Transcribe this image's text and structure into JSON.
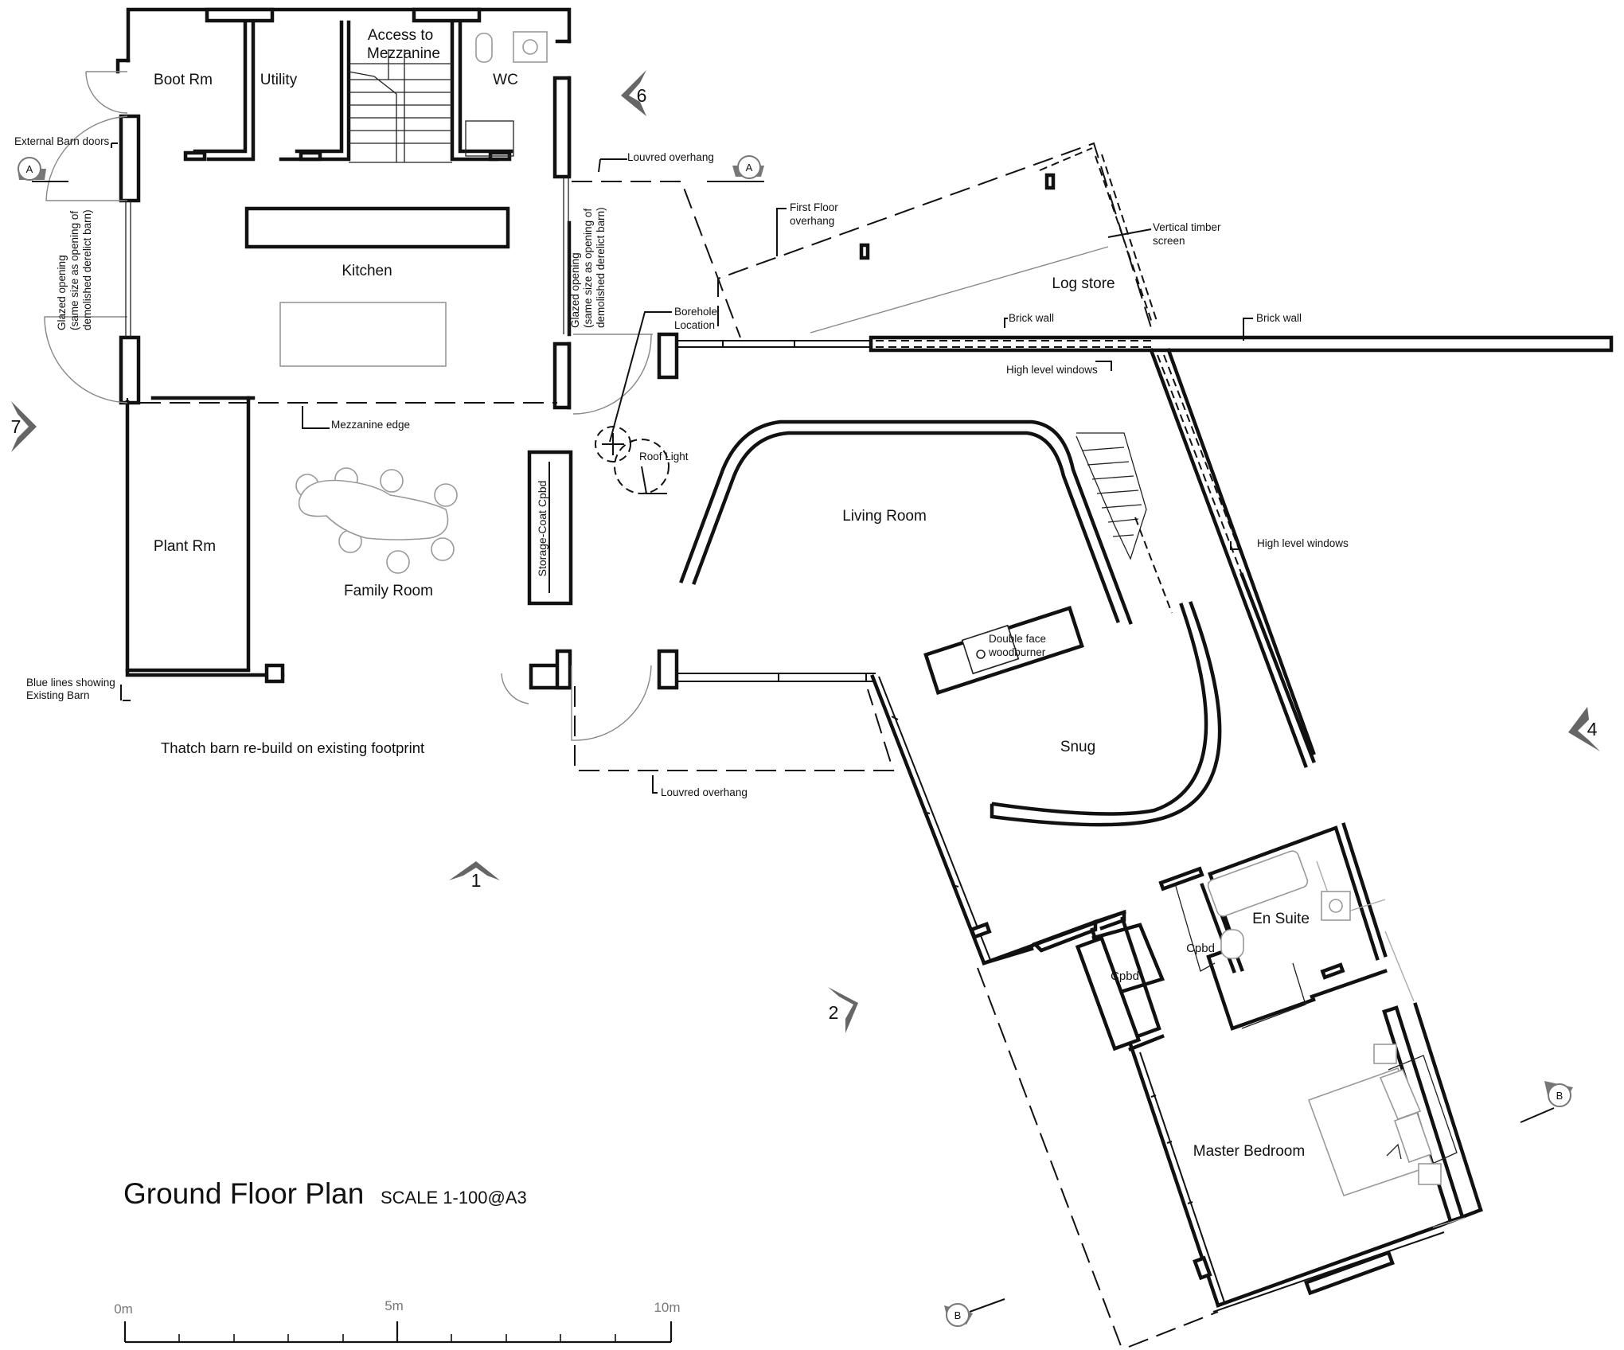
{
  "drawing": {
    "title": "Ground Floor Plan",
    "scale": "SCALE 1-100@A3",
    "subtitle": "Thatch barn re-build on existing footprint"
  },
  "rooms": {
    "boot_rm": "Boot Rm",
    "utility": "Utility",
    "access_line1": "Access to",
    "access_line2": "Mezzanine",
    "wc": "WC",
    "kitchen": "Kitchen",
    "plant_rm": "Plant Rm",
    "family_room": "Family Room",
    "storage": "Storage-Coat Cpbd",
    "log_store": "Log store",
    "living_room": "Living Room",
    "snug": "Snug",
    "en_suite": "En Suite",
    "cpbd_1": "Cpbd",
    "cpbd_2": "Cpbd",
    "master_bedroom": "Master Bedroom"
  },
  "notes": {
    "external_barn_doors": "External Barn doors",
    "glazed_left_1": "Glazed opening",
    "glazed_left_2": "(same size as opening of",
    "glazed_left_3": "demolished derelict barn)",
    "glazed_right_1": "Glazed opening",
    "glazed_right_2": "(same size as opening of",
    "glazed_right_3": "demolished derelict barn)",
    "louvred_top": "Louvred overhang",
    "louvred_bottom": "Louvred overhang",
    "first_floor_1": "First Floor",
    "first_floor_2": "overhang",
    "vertical_timber_1": "Vertical timber",
    "vertical_timber_2": "screen",
    "borehole_1": "Borehole",
    "borehole_2": "Location",
    "brick_wall_1": "Brick wall",
    "brick_wall_2": "Brick wall",
    "high_level_1": "High level windows",
    "high_level_2": "High level windows",
    "mezzanine_edge": "Mezzanine edge",
    "roof_light": "Roof Light",
    "woodburner_1": "Double face",
    "woodburner_2": "woodburner",
    "blue_lines_1": "Blue lines showing",
    "blue_lines_2": "Existing Barn"
  },
  "markers": {
    "section_a": "A",
    "section_b": "B",
    "elev_1": "1",
    "elev_2": "2",
    "elev_4": "4",
    "elev_6": "6",
    "elev_7": "7"
  },
  "scale_bar": {
    "start": "0m",
    "mid": "5m",
    "end": "10m"
  }
}
